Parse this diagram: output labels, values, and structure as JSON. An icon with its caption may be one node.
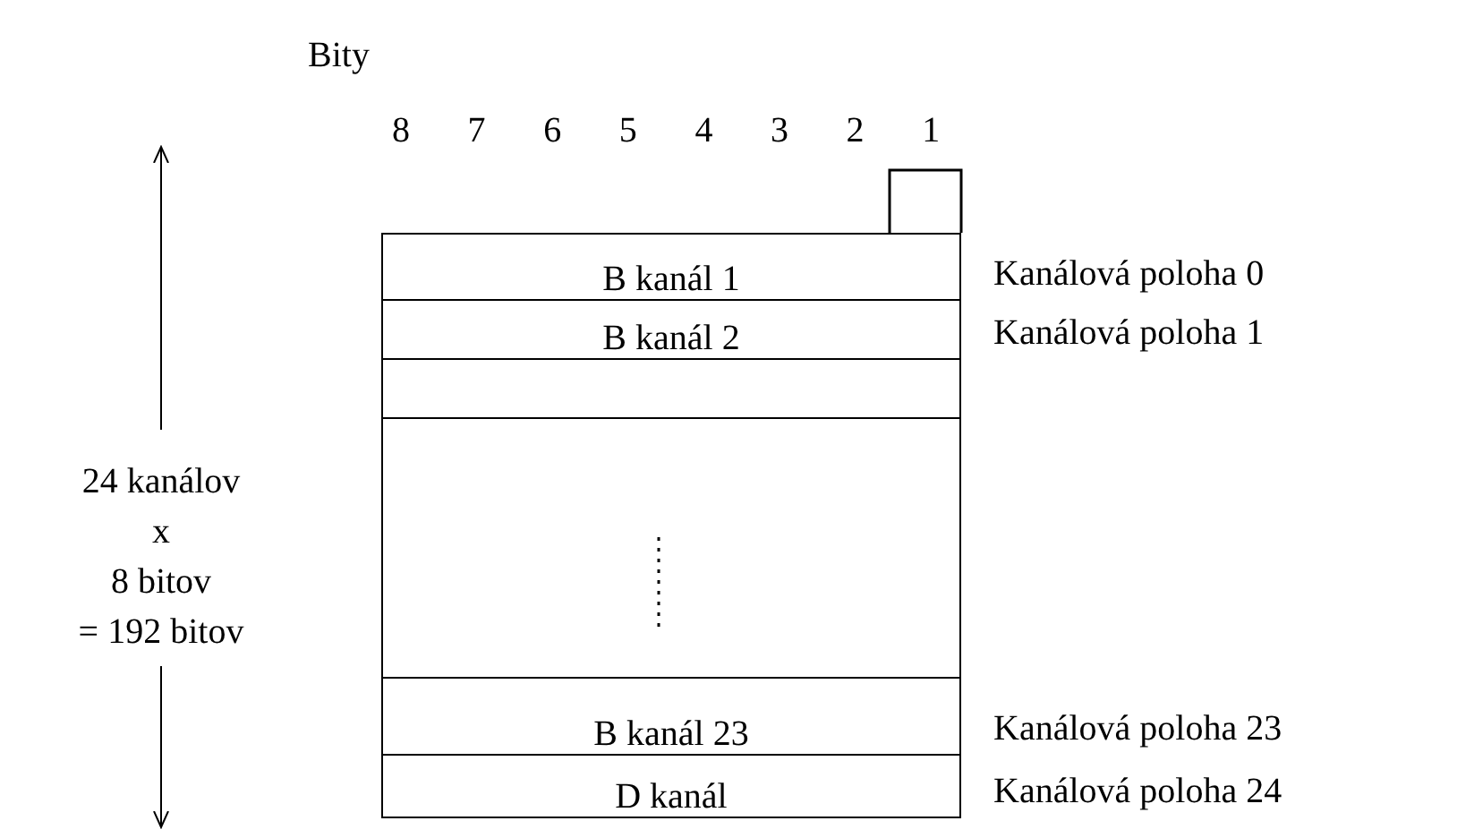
{
  "diagram": {
    "nodes": [
      {
        "text": [
          "B kanál 1"
        ],
        "beside": [
          "Kanálová poloha 0"
        ]
      },
      {
        "text": [
          "B kanál 2"
        ],
        "beside": [
          "Kanálová poloha 1"
        ]
      },
      {
        "text": [],
        "shape": "box"
      },
      {
        "text": [],
        "shape": "box"
      },
      {
        "text": [
          "B kanál 23"
        ],
        "beside": [
          "Kanálová poloha 23"
        ]
      },
      {
        "text": [
          "D kanál"
        ],
        "beside": [
          "Kanálová poloha 24"
        ]
      }
    ],
    "labels": [
      "Bity",
      "8",
      "7",
      "6",
      "5",
      "4",
      "3",
      "2",
      "1",
      "24 kanálov",
      "x",
      "8 bitov",
      "= 192 bitov"
    ]
  }
}
